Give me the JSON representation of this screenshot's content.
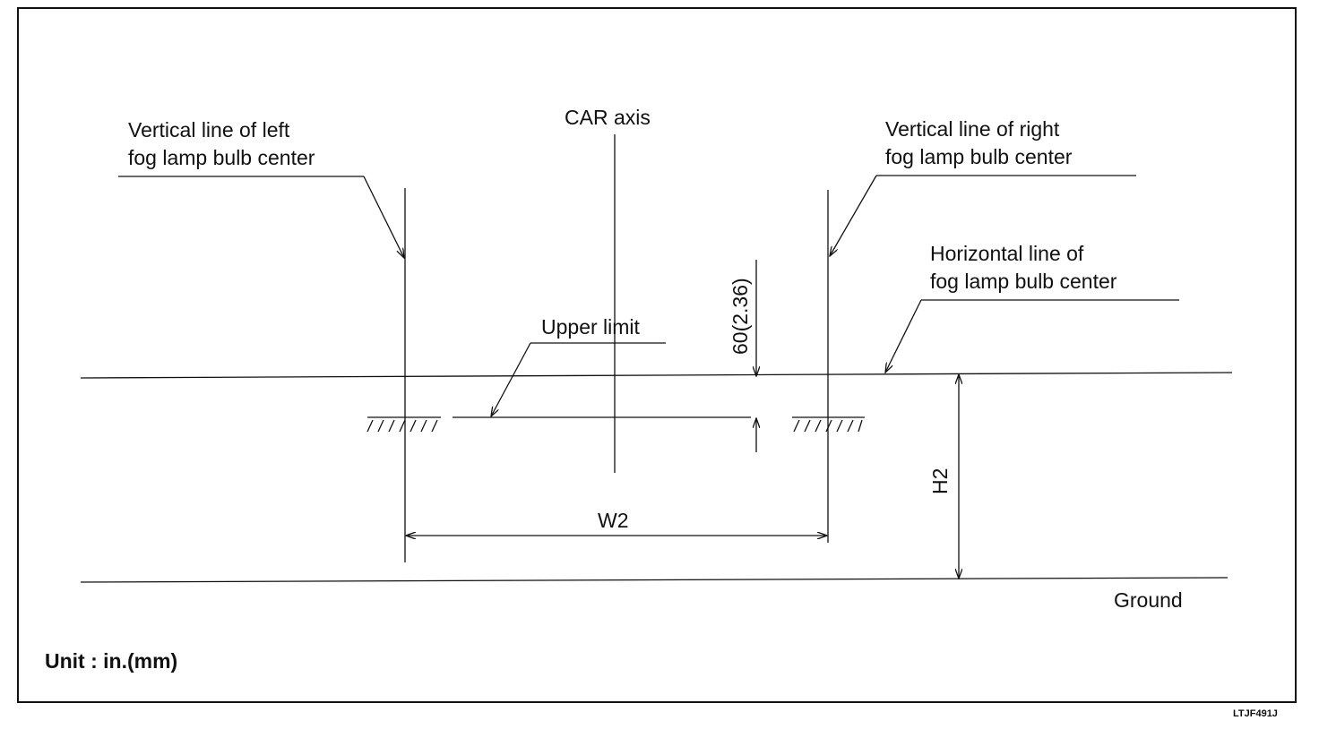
{
  "labels": {
    "car_axis": "CAR axis",
    "left_vertical": [
      "Vertical line of left",
      "fog lamp bulb center"
    ],
    "right_vertical": [
      "Vertical line of right",
      "fog lamp bulb center"
    ],
    "horizontal": [
      "Horizontal line of",
      "fog lamp bulb center"
    ],
    "upper_limit": "Upper limit",
    "offset_dimension": "60(2.36)",
    "width_dimension": "W2",
    "height_dimension": "H2",
    "ground": "Ground",
    "unit": "Unit : in.(mm)",
    "figure_code": "LTJF491J"
  }
}
